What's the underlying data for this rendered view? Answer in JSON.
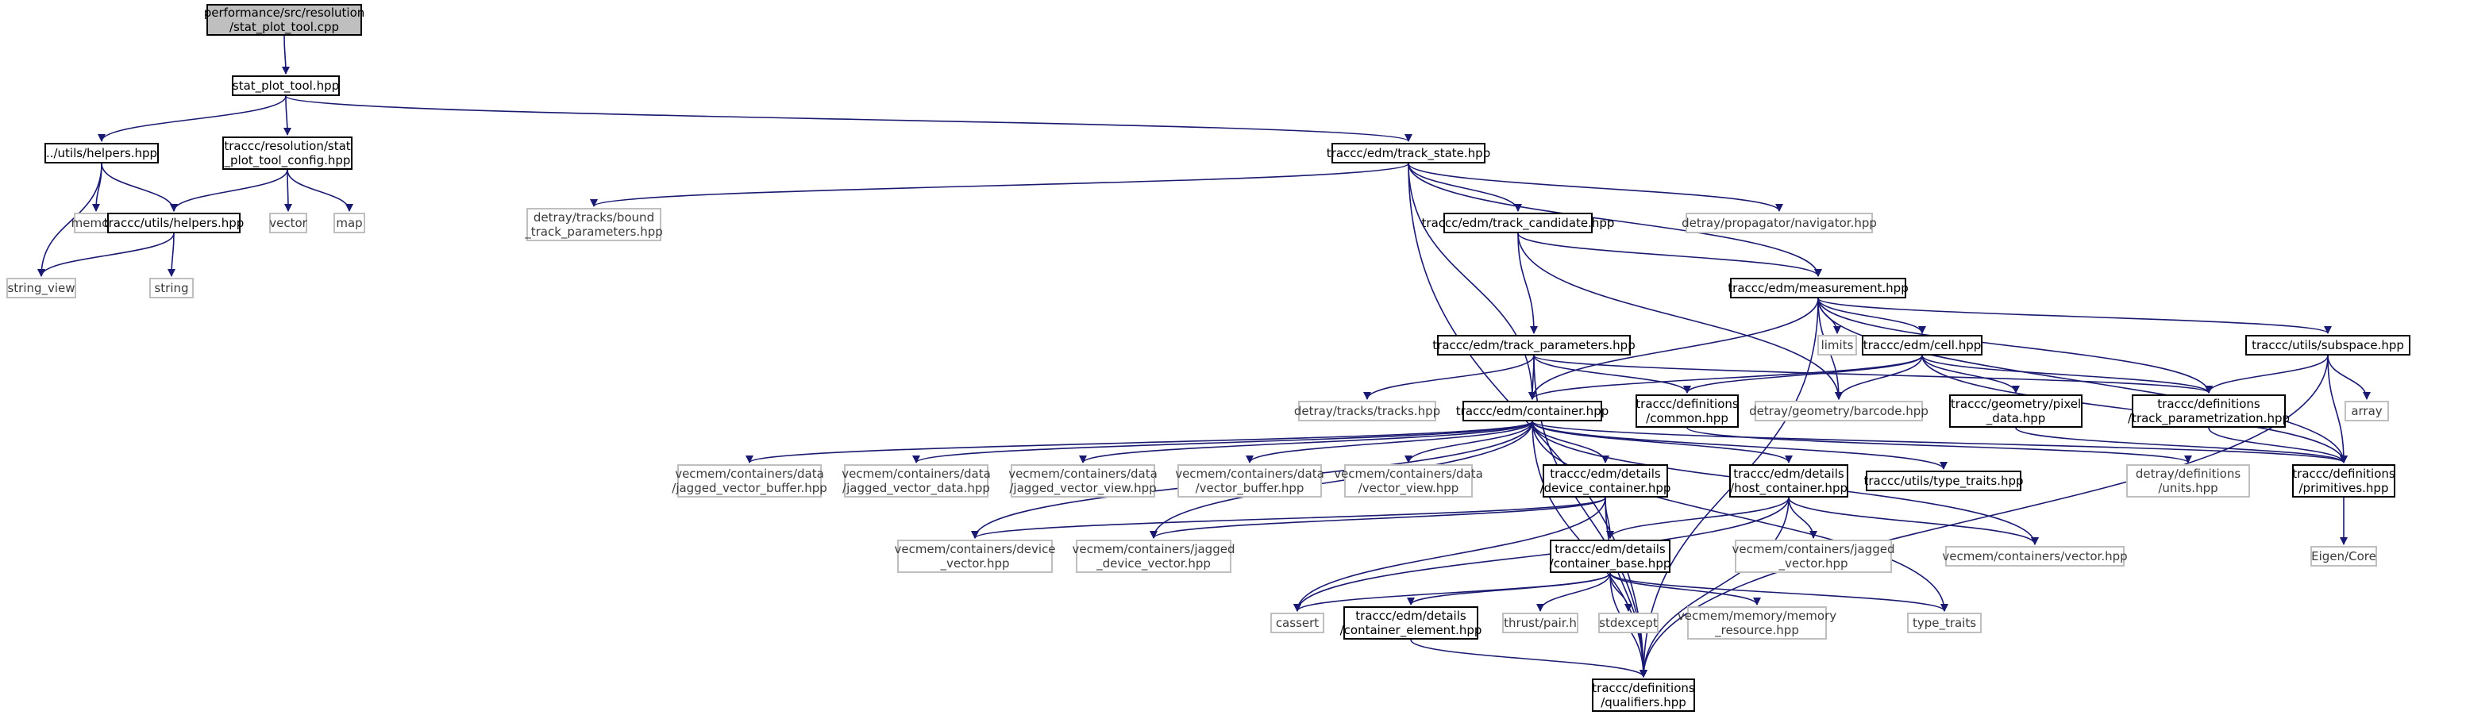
{
  "colors": {
    "edge": "#191970",
    "node_border": "#000000",
    "external_border": "#bfbfbf",
    "root_fill": "#bfbfbf"
  },
  "nodes": [
    {
      "id": "root",
      "label": "performance/src/resolution\n/stat_plot_tool.cpp",
      "style": "root"
    },
    {
      "id": "spt",
      "label": "stat_plot_tool.hpp",
      "style": "doc"
    },
    {
      "id": "uhelp",
      "label": "../utils/helpers.hpp",
      "style": "doc"
    },
    {
      "id": "sptc",
      "label": "traccc/resolution/stat\n_plot_tool_config.hpp",
      "style": "doc"
    },
    {
      "id": "tstate",
      "label": "traccc/edm/track_state.hpp",
      "style": "doc"
    },
    {
      "id": "memory",
      "label": "memory",
      "style": "ext"
    },
    {
      "id": "thelp",
      "label": "traccc/utils/helpers.hpp",
      "style": "doc"
    },
    {
      "id": "vector",
      "label": "vector",
      "style": "ext"
    },
    {
      "id": "map",
      "label": "map",
      "style": "ext"
    },
    {
      "id": "sview",
      "label": "string_view",
      "style": "ext"
    },
    {
      "id": "string",
      "label": "string",
      "style": "ext"
    },
    {
      "id": "btp",
      "label": "detray/tracks/bound\n_track_parameters.hpp",
      "style": "ext"
    },
    {
      "id": "tcand",
      "label": "traccc/edm/track_candidate.hpp",
      "style": "doc"
    },
    {
      "id": "nav",
      "label": "detray/propagator/navigator.hpp",
      "style": "ext"
    },
    {
      "id": "meas",
      "label": "traccc/edm/measurement.hpp",
      "style": "doc"
    },
    {
      "id": "limits",
      "label": "limits",
      "style": "ext"
    },
    {
      "id": "tparams",
      "label": "traccc/edm/track_parameters.hpp",
      "style": "doc"
    },
    {
      "id": "cell",
      "label": "traccc/edm/cell.hpp",
      "style": "doc"
    },
    {
      "id": "subspace",
      "label": "traccc/utils/subspace.hpp",
      "style": "doc"
    },
    {
      "id": "tracks",
      "label": "detray/tracks/tracks.hpp",
      "style": "ext"
    },
    {
      "id": "container",
      "label": "traccc/edm/container.hpp",
      "style": "doc"
    },
    {
      "id": "common",
      "label": "traccc/definitions\n/common.hpp",
      "style": "doc"
    },
    {
      "id": "barcode",
      "label": "detray/geometry/barcode.hpp",
      "style": "ext"
    },
    {
      "id": "pixel",
      "label": "traccc/geometry/pixel\n_data.hpp",
      "style": "doc"
    },
    {
      "id": "tparam",
      "label": "traccc/definitions\n/track_parametrization.hpp",
      "style": "doc"
    },
    {
      "id": "array",
      "label": "array",
      "style": "ext"
    },
    {
      "id": "jvb",
      "label": "vecmem/containers/data\n/jagged_vector_buffer.hpp",
      "style": "ext"
    },
    {
      "id": "jvd",
      "label": "vecmem/containers/data\n/jagged_vector_data.hpp",
      "style": "ext"
    },
    {
      "id": "jvv",
      "label": "vecmem/containers/data\n/jagged_vector_view.hpp",
      "style": "ext"
    },
    {
      "id": "vb",
      "label": "vecmem/containers/data\n/vector_buffer.hpp",
      "style": "ext"
    },
    {
      "id": "vv",
      "label": "vecmem/containers/data\n/vector_view.hpp",
      "style": "ext"
    },
    {
      "id": "devc",
      "label": "traccc/edm/details\n/device_container.hpp",
      "style": "doc"
    },
    {
      "id": "hostc",
      "label": "traccc/edm/details\n/host_container.hpp",
      "style": "doc"
    },
    {
      "id": "ttraits",
      "label": "traccc/utils/type_traits.hpp",
      "style": "doc"
    },
    {
      "id": "units",
      "label": "detray/definitions\n/units.hpp",
      "style": "ext"
    },
    {
      "id": "prims",
      "label": "traccc/definitions\n/primitives.hpp",
      "style": "doc"
    },
    {
      "id": "devvec",
      "label": "vecmem/containers/device\n_vector.hpp",
      "style": "ext"
    },
    {
      "id": "jdv",
      "label": "vecmem/containers/jagged\n_device_vector.hpp",
      "style": "ext"
    },
    {
      "id": "cbase",
      "label": "traccc/edm/details\n/container_base.hpp",
      "style": "doc"
    },
    {
      "id": "jv",
      "label": "vecmem/containers/jagged\n_vector.hpp",
      "style": "ext"
    },
    {
      "id": "vecmemvec",
      "label": "vecmem/containers/vector.hpp",
      "style": "ext"
    },
    {
      "id": "eigen",
      "label": "Eigen/Core",
      "style": "ext"
    },
    {
      "id": "cassert",
      "label": "cassert",
      "style": "ext"
    },
    {
      "id": "celem",
      "label": "traccc/edm/details\n/container_element.hpp",
      "style": "doc"
    },
    {
      "id": "thrust",
      "label": "thrust/pair.h",
      "style": "ext"
    },
    {
      "id": "stdexcept",
      "label": "stdexcept",
      "style": "ext"
    },
    {
      "id": "memres",
      "label": "vecmem/memory/memory\n_resource.hpp",
      "style": "ext"
    },
    {
      "id": "typetraits",
      "label": "type_traits",
      "style": "ext"
    },
    {
      "id": "quals",
      "label": "traccc/definitions\n/qualifiers.hpp",
      "style": "doc"
    }
  ],
  "edges": [
    [
      "root",
      "spt"
    ],
    [
      "spt",
      "uhelp"
    ],
    [
      "spt",
      "sptc"
    ],
    [
      "spt",
      "tstate"
    ],
    [
      "uhelp",
      "memory"
    ],
    [
      "uhelp",
      "thelp"
    ],
    [
      "uhelp",
      "sview"
    ],
    [
      "sptc",
      "thelp"
    ],
    [
      "sptc",
      "vector"
    ],
    [
      "sptc",
      "map"
    ],
    [
      "thelp",
      "sview"
    ],
    [
      "thelp",
      "string"
    ],
    [
      "tstate",
      "btp"
    ],
    [
      "tstate",
      "tcand"
    ],
    [
      "tstate",
      "nav"
    ],
    [
      "tstate",
      "meas"
    ],
    [
      "tstate",
      "container"
    ],
    [
      "tstate",
      "quals"
    ],
    [
      "tcand",
      "meas"
    ],
    [
      "tcand",
      "tparams"
    ],
    [
      "tcand",
      "barcode"
    ],
    [
      "meas",
      "limits"
    ],
    [
      "meas",
      "cell"
    ],
    [
      "meas",
      "subspace"
    ],
    [
      "meas",
      "container"
    ],
    [
      "meas",
      "tparam"
    ],
    [
      "meas",
      "barcode"
    ],
    [
      "meas",
      "prims"
    ],
    [
      "meas",
      "quals"
    ],
    [
      "tparams",
      "tracks"
    ],
    [
      "tparams",
      "container"
    ],
    [
      "tparams",
      "common"
    ],
    [
      "tparams",
      "tparam"
    ],
    [
      "tparams",
      "quals"
    ],
    [
      "cell",
      "container"
    ],
    [
      "cell",
      "common"
    ],
    [
      "cell",
      "barcode"
    ],
    [
      "cell",
      "pixel"
    ],
    [
      "cell",
      "tparam"
    ],
    [
      "cell",
      "prims"
    ],
    [
      "subspace",
      "tparam"
    ],
    [
      "subspace",
      "array"
    ],
    [
      "subspace",
      "prims"
    ],
    [
      "subspace",
      "quals"
    ],
    [
      "common",
      "units"
    ],
    [
      "container",
      "jvb"
    ],
    [
      "container",
      "jvd"
    ],
    [
      "container",
      "jvv"
    ],
    [
      "container",
      "vb"
    ],
    [
      "container",
      "vv"
    ],
    [
      "container",
      "devc"
    ],
    [
      "container",
      "hostc"
    ],
    [
      "container",
      "ttraits"
    ],
    [
      "container",
      "prims"
    ],
    [
      "container",
      "quals"
    ],
    [
      "container",
      "devvec"
    ],
    [
      "container",
      "jdv"
    ],
    [
      "container",
      "vecmemvec"
    ],
    [
      "container",
      "typetraits"
    ],
    [
      "pixel",
      "prims"
    ],
    [
      "tparam",
      "prims"
    ],
    [
      "prims",
      "eigen"
    ],
    [
      "devc",
      "devvec"
    ],
    [
      "devc",
      "jdv"
    ],
    [
      "devc",
      "cbase"
    ],
    [
      "devc",
      "cassert"
    ],
    [
      "devc",
      "quals"
    ],
    [
      "hostc",
      "cbase"
    ],
    [
      "hostc",
      "jv"
    ],
    [
      "hostc",
      "vecmemvec"
    ],
    [
      "hostc",
      "cassert"
    ],
    [
      "hostc",
      "quals"
    ],
    [
      "cbase",
      "cassert"
    ],
    [
      "cbase",
      "celem"
    ],
    [
      "cbase",
      "thrust"
    ],
    [
      "cbase",
      "stdexcept"
    ],
    [
      "cbase",
      "memres"
    ],
    [
      "cbase",
      "typetraits"
    ],
    [
      "cbase",
      "quals"
    ],
    [
      "celem",
      "quals"
    ]
  ]
}
